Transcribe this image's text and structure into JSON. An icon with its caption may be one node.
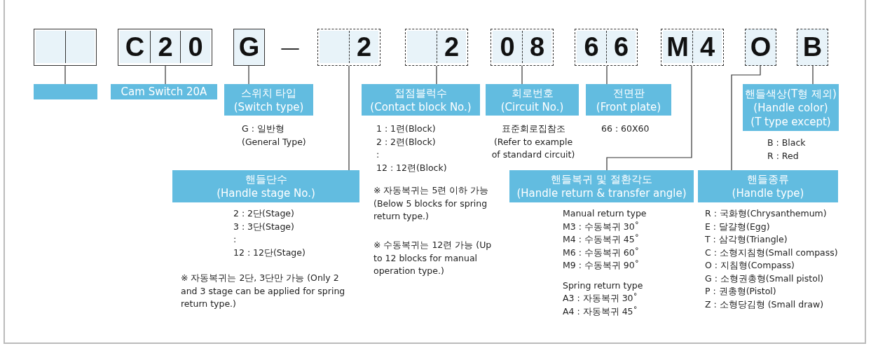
{
  "diagram": {
    "nodes": [
      {
        "text": [],
        "shape": "box"
      },
      {
        "text": [],
        "shape": "box",
        "in": 0
      },
      {
        "text": [],
        "shape": "box",
        "in": 0
      },
      {
        "text": [],
        "shape": "box"
      },
      {
        "text": [
          "C"
        ],
        "in": 3
      },
      {
        "text": [
          "2"
        ],
        "in": 3
      },
      {
        "text": [
          "0"
        ],
        "in": 3
      },
      {
        "text": [
          "G"
        ]
      },
      {
        "text": [],
        "shape": "box"
      },
      {
        "text": [],
        "shape": "box",
        "in": 8
      },
      {
        "text": [
          "2"
        ],
        "in": 8
      },
      {
        "text": [],
        "shape": "box"
      },
      {
        "text": [],
        "shape": "box",
        "in": 11
      },
      {
        "text": [
          "2"
        ],
        "in": 11
      },
      {
        "text": [],
        "shape": "box"
      },
      {
        "text": [
          "0"
        ],
        "in": 14
      },
      {
        "text": [
          "8"
        ],
        "in": 14
      },
      {
        "text": [],
        "shape": "box"
      },
      {
        "text": [
          "6"
        ],
        "in": 17
      },
      {
        "text": [
          "6"
        ],
        "in": 17
      },
      {
        "text": [],
        "shape": "box"
      },
      {
        "text": [
          "M"
        ],
        "in": 20
      },
      {
        "text": [
          "4"
        ],
        "in": 20
      },
      {
        "text": [
          "O"
        ]
      },
      {
        "text": [
          "B"
        ]
      },
      {
        "text": [],
        "shape": "box"
      },
      {
        "text": [
          "Cam Switch 20A"
        ]
      },
      {
        "text": [
          "스위치 타입",
          "(Switch type)"
        ],
        "beside": [
          "G : 일반형",
          "(General Type)"
        ]
      },
      {
        "text": [
          "접점블럭수",
          "(Contact block No.)"
        ],
        "beside": [
          "1 : 1련(Block)",
          "2 : 2련(Block)",
          ":",
          "12 : 12련(Block)"
        ]
      },
      {
        "text": [
          "회로번호",
          "(Circuit No.)"
        ],
        "beside": [
          "표준회로집참조",
          "(Refer to example of standard circuit)"
        ]
      },
      {
        "text": [
          "전면판",
          "(Front plate)"
        ],
        "beside": [
          "66 : 60X60"
        ]
      },
      {
        "text": [
          "핸들색상(T형 제외)",
          "(Handle color)",
          "(T type except)"
        ],
        "beside": [
          "B : Black",
          "R : Red"
        ]
      },
      {
        "text": [
          "핸들단수",
          "(Handle stage No.)"
        ],
        "beside": [
          "2 : 2단(Stage)",
          "3 : 3단(Stage)",
          ":",
          "12 : 12단(Stage)",
          "※ 자동복귀는 2단, 3단만 가능 (Only 2 and 3 stage can be applied for spring return type.)"
        ]
      },
      {
        "text": [
          "핸들복귀 및 절환각도",
          "(Handle return & transfer angle)"
        ],
        "beside": [
          "Manual return type",
          "M3 : 수동복귀 30˚",
          "M4 : 수동복귀 45˚",
          "M6 : 수동복귀 60˚",
          "M9 : 수동복귀 90˚",
          "Spring return type",
          "A3 : 자동복귀 30˚",
          "A4 : 자동복귀 45˚"
        ]
      },
      {
        "text": [
          "핸들종류",
          "(Handle type)"
        ],
        "beside": [
          "R : 국화형(Chrysanthemum)",
          "E : 달걀형(Egg)",
          "T : 삼각형(Triangle)",
          "C : 소형지침형(Small compass)",
          "O : 지침형(Compass)",
          "G : 소형권총형(Small pistol)",
          "P : 권총형(Pistol)",
          "Z : 소형당김형 (Small draw)"
        ]
      }
    ],
    "edges": [
      {
        "from": 0,
        "to": 25,
        "arrow": "none"
      },
      {
        "from": 3,
        "to": 26,
        "arrow": "none"
      },
      {
        "from": 7,
        "to": 27,
        "arrow": "none"
      },
      {
        "from": 8,
        "to": 32,
        "arrow": "none"
      },
      {
        "from": 11,
        "to": 28,
        "arrow": "none"
      },
      {
        "from": 14,
        "to": 29,
        "arrow": "none"
      },
      {
        "from": 17,
        "to": 30,
        "arrow": "none"
      },
      {
        "from": 20,
        "to": 33,
        "arrow": "none"
      },
      {
        "from": 23,
        "to": 34,
        "arrow": "none"
      },
      {
        "from": 24,
        "to": 31,
        "arrow": "none"
      }
    ],
    "labels": [
      "—",
      "※ 자동복귀는 5련 이하 가능 (Below 5 blocks for spring return type.)",
      "※ 수동복귀는 12련 가능 (Up to 12 blocks for manual operation type.)"
    ]
  }
}
